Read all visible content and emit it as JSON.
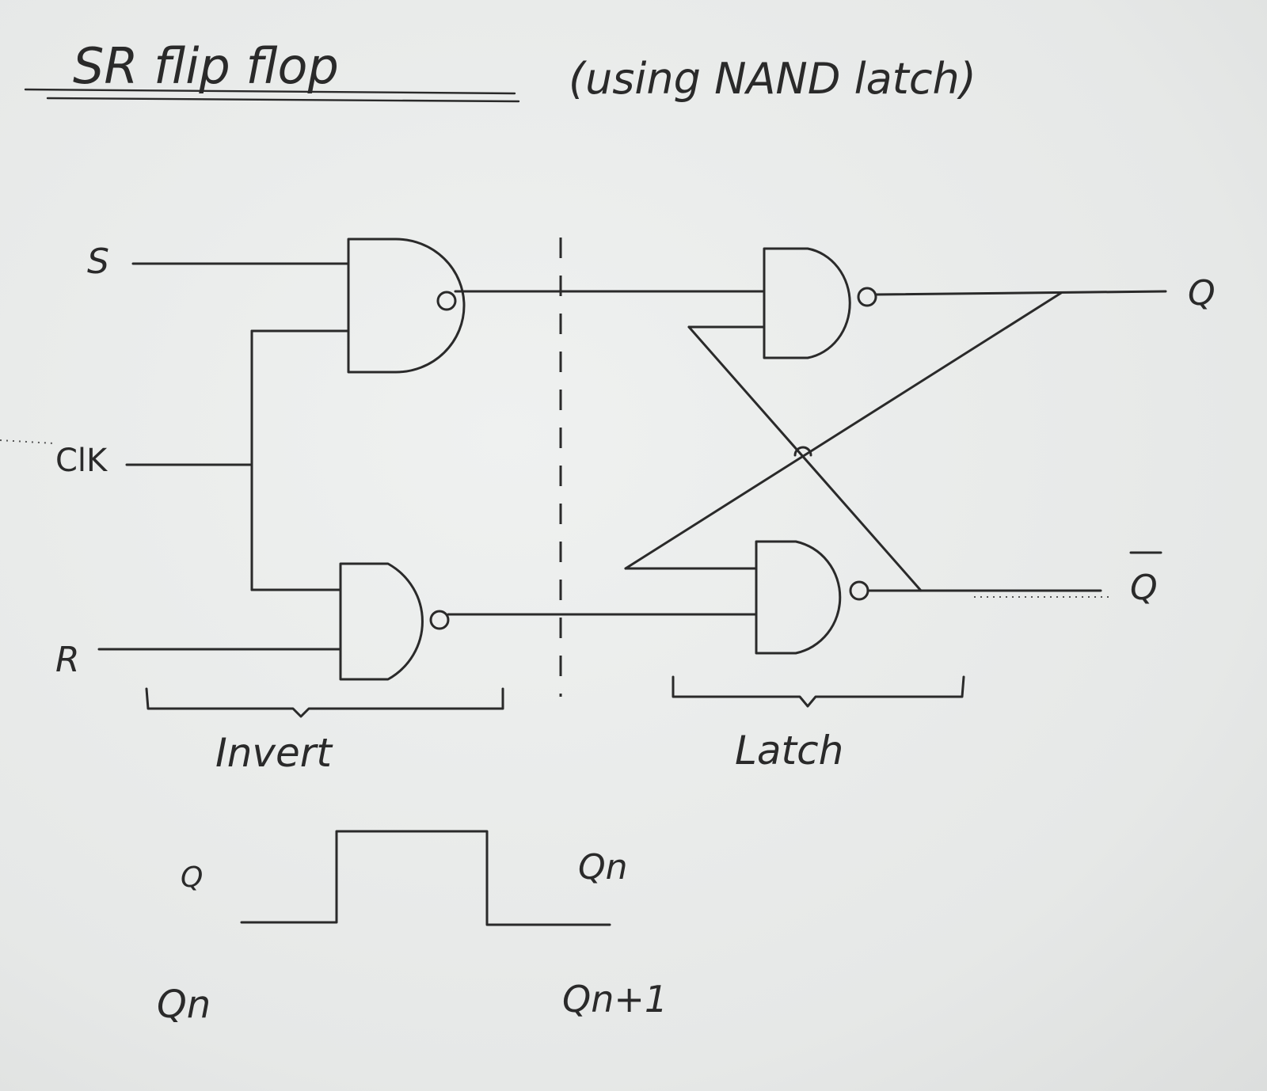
{
  "title": {
    "main": "SR flip flop",
    "sub": "(using NAND latch)"
  },
  "inputs": {
    "s": "S",
    "clk": "ClK",
    "r": "R"
  },
  "outputs": {
    "q": "Q",
    "q_bar": "Q"
  },
  "groups": {
    "invert": "Invert",
    "latch": "Latch"
  },
  "clock_pulse": {
    "left_top": "Q",
    "right_top": "Qn",
    "left_bottom": "Qn",
    "right_bottom": "Qn+1"
  }
}
